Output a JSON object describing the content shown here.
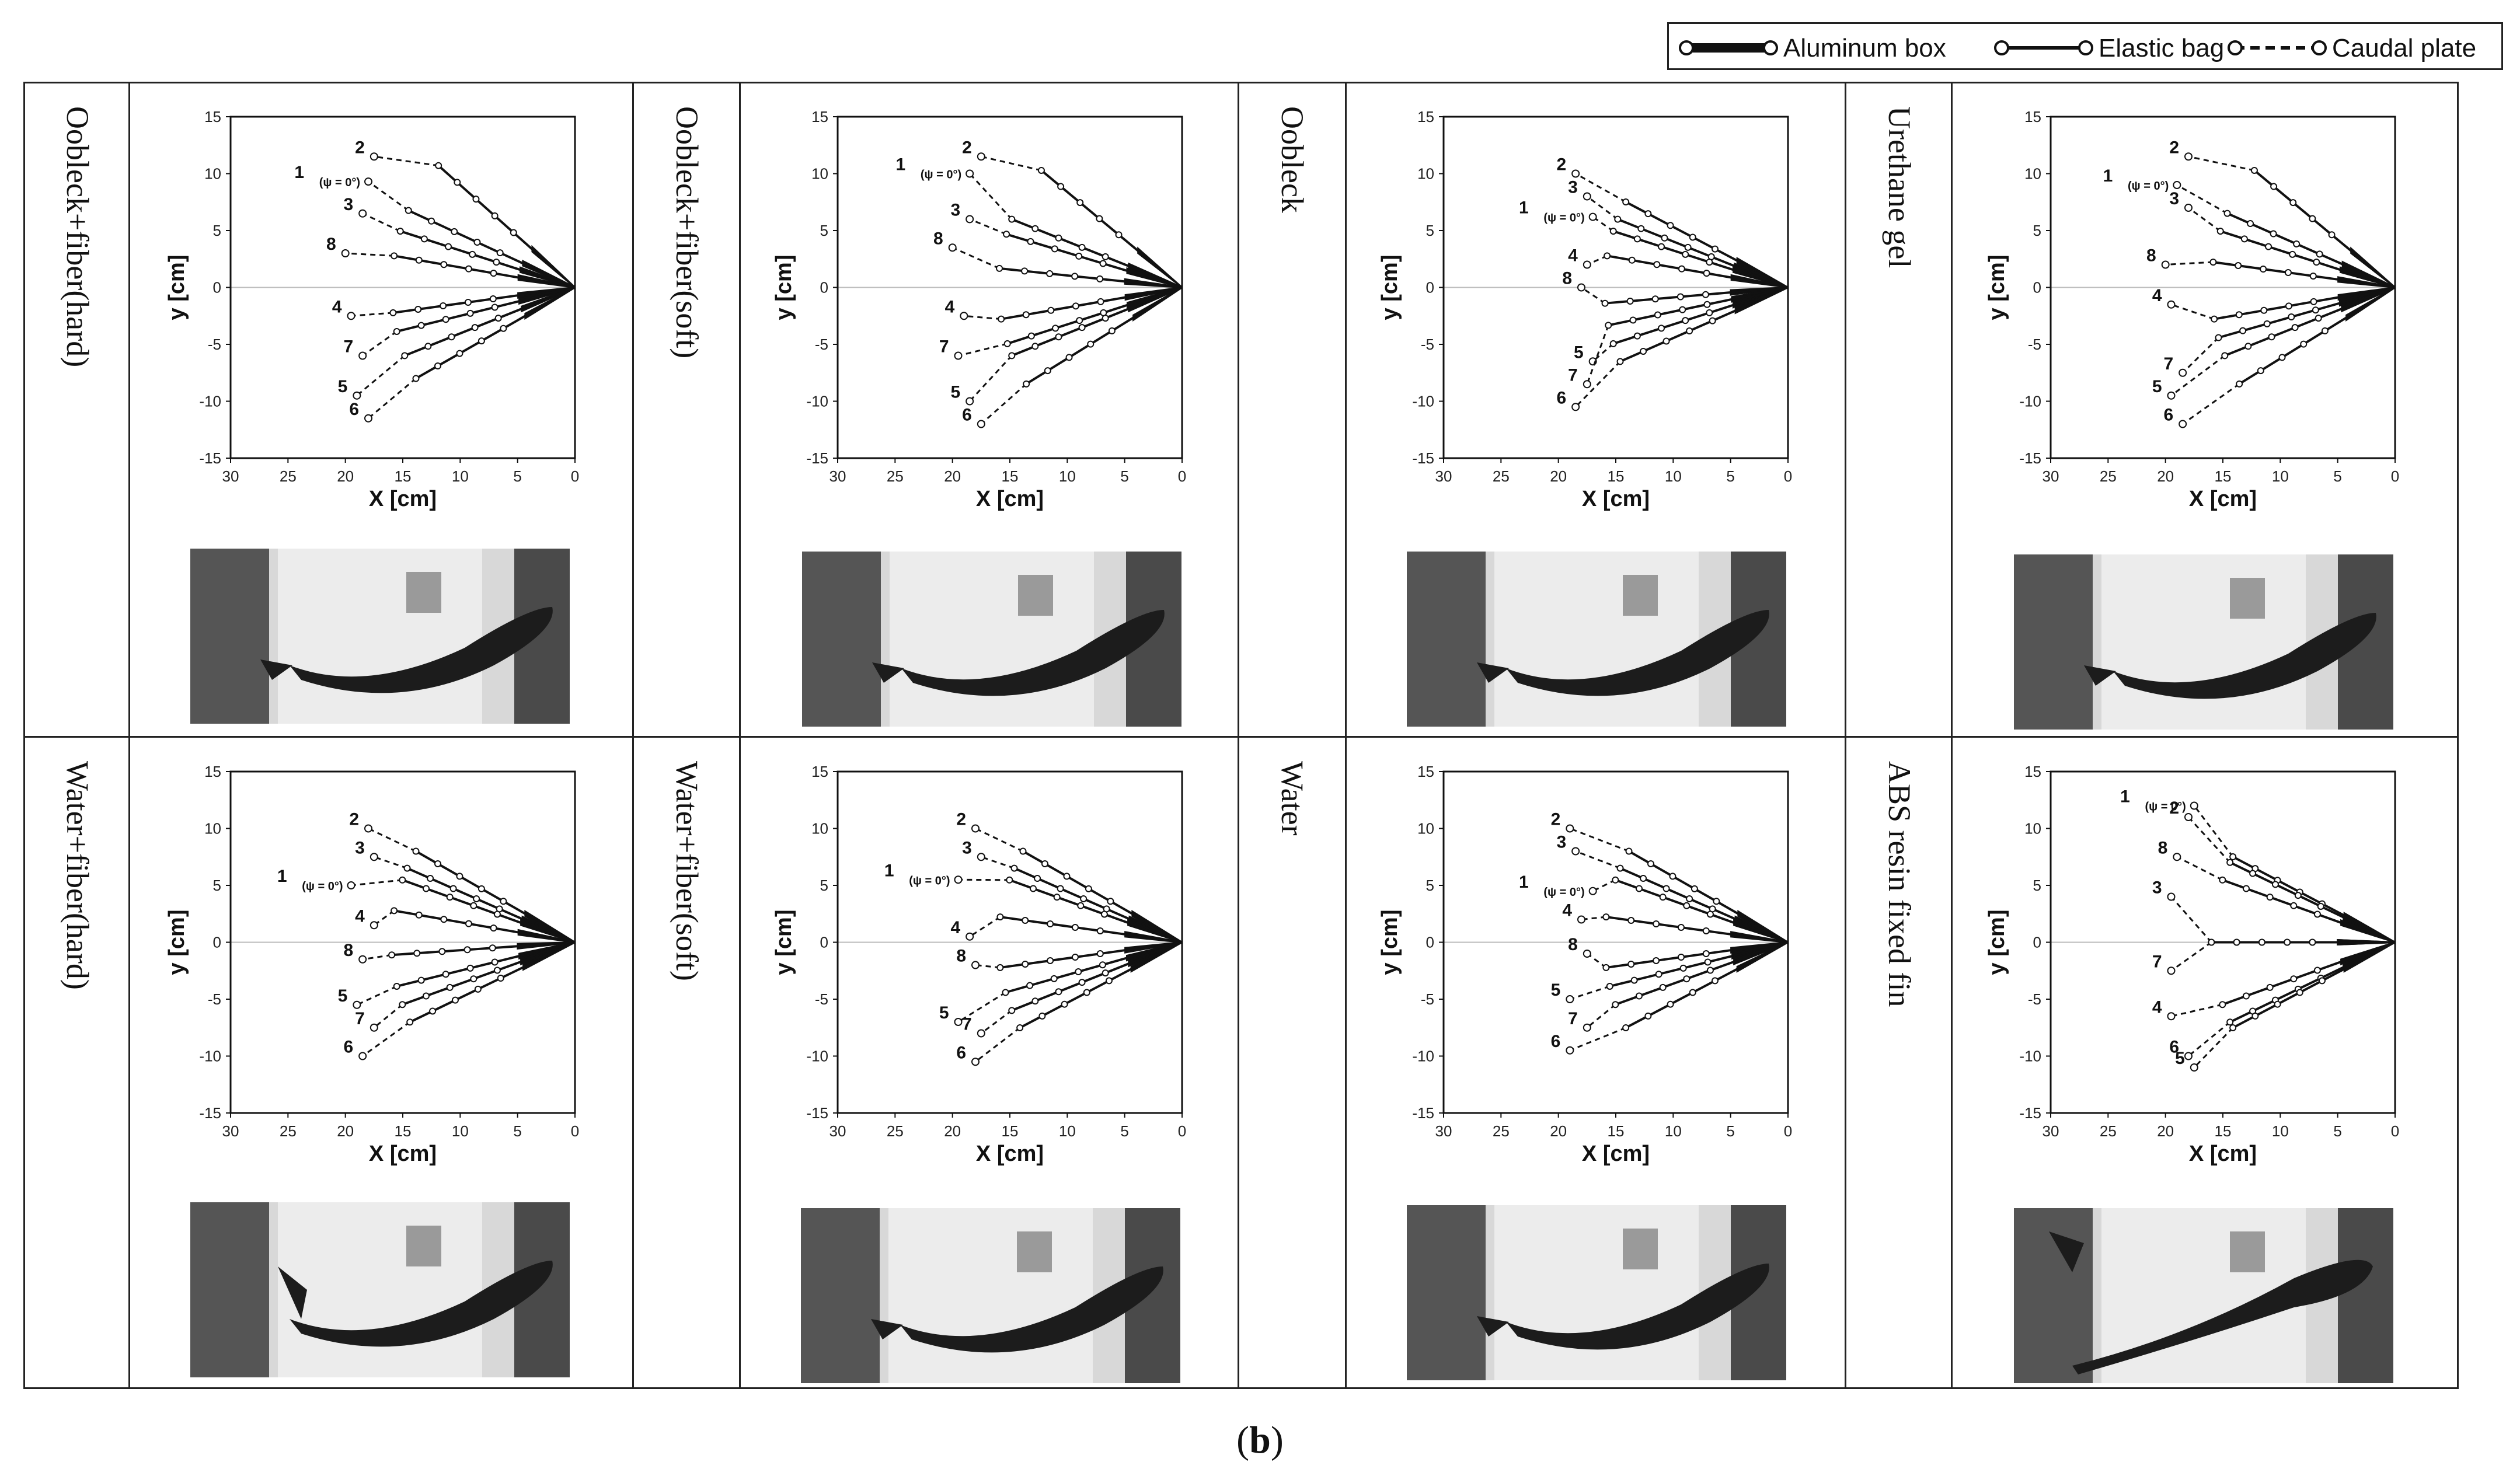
{
  "legend": {
    "items": [
      {
        "label": "Aluminum box",
        "style": "thick"
      },
      {
        "label": "Elastic bag",
        "style": "solid"
      },
      {
        "label": "Caudal plate",
        "style": "dashed"
      }
    ]
  },
  "caption": {
    "open": "(",
    "letter": "b",
    "close": ")"
  },
  "cells": [
    {
      "label": "Oobleck+fiber(hard)"
    },
    {
      "label": "Oobleck+fiber(soft)"
    },
    {
      "label": "Oobleck"
    },
    {
      "label": "Urethane gel"
    },
    {
      "label": "Water+fiber(hard)"
    },
    {
      "label": "Water+fiber(soft)"
    },
    {
      "label": "Water"
    },
    {
      "label": "ABS resin fixed fin"
    }
  ],
  "chart_data": [
    {
      "type": "line",
      "title": "",
      "xlabel": "X [cm]",
      "ylabel": "y [cm]",
      "xlim": [
        30,
        0
      ],
      "ylim": [
        -15,
        15
      ],
      "xticks": [
        "30",
        "25",
        "20",
        "15",
        "10",
        "5",
        "0"
      ],
      "yticks": [
        "15",
        "10",
        "5",
        "0",
        "-5",
        "-10",
        "-15"
      ],
      "annotation": "(ψ = 0°)",
      "series": [
        {
          "label": "1",
          "angle": 25,
          "tip": [
            18,
            9.3
          ]
        },
        {
          "label": "2",
          "angle": 42,
          "tip": [
            17.5,
            11.5
          ]
        },
        {
          "label": "3",
          "angle": 18,
          "tip": [
            18.5,
            6.5
          ]
        },
        {
          "label": "8",
          "angle": 10,
          "tip": [
            20,
            3
          ]
        },
        {
          "label": "4",
          "angle": -8,
          "tip": [
            19.5,
            -2.5
          ]
        },
        {
          "label": "7",
          "angle": -14,
          "tip": [
            18.5,
            -6
          ]
        },
        {
          "label": "5",
          "angle": -22,
          "tip": [
            19,
            -9.5
          ]
        },
        {
          "label": "6",
          "angle": -30,
          "tip": [
            18,
            -11.5
          ]
        }
      ]
    },
    {
      "type": "line",
      "title": "",
      "xlabel": "X [cm]",
      "ylabel": "y [cm]",
      "xlim": [
        30,
        0
      ],
      "ylim": [
        -15,
        15
      ],
      "xticks": [
        "30",
        "25",
        "20",
        "15",
        "10",
        "5",
        "0"
      ],
      "yticks": [
        "15",
        "10",
        "5",
        "0",
        "-5",
        "-10",
        "-15"
      ],
      "annotation": "(ψ = 0°)",
      "series": [
        {
          "label": "1",
          "angle": 22,
          "tip": [
            18.5,
            10
          ]
        },
        {
          "label": "2",
          "angle": 40,
          "tip": [
            17.5,
            11.5
          ]
        },
        {
          "label": "3",
          "angle": 17,
          "tip": [
            18.5,
            6
          ]
        },
        {
          "label": "8",
          "angle": 6,
          "tip": [
            20,
            3.5
          ]
        },
        {
          "label": "4",
          "angle": -10,
          "tip": [
            19,
            -2.5
          ]
        },
        {
          "label": "7",
          "angle": -18,
          "tip": [
            19.5,
            -6
          ]
        },
        {
          "label": "5",
          "angle": -22,
          "tip": [
            18.5,
            -10
          ]
        },
        {
          "label": "6",
          "angle": -32,
          "tip": [
            17.5,
            -12
          ]
        }
      ]
    },
    {
      "type": "line",
      "title": "",
      "xlabel": "X [cm]",
      "ylabel": "y [cm]",
      "xlim": [
        30,
        0
      ],
      "ylim": [
        -15,
        15
      ],
      "xticks": [
        "30",
        "25",
        "20",
        "15",
        "10",
        "5",
        "0"
      ],
      "yticks": [
        "15",
        "10",
        "5",
        "0",
        "-5",
        "-10",
        "-15"
      ],
      "annotation": "(ψ = 0°)",
      "series": [
        {
          "label": "2",
          "angle": 28,
          "tip": [
            18.5,
            10
          ]
        },
        {
          "label": "3",
          "angle": 22,
          "tip": [
            17.5,
            8
          ]
        },
        {
          "label": "1",
          "angle": 18,
          "tip": [
            17,
            6.2
          ]
        },
        {
          "label": "4",
          "angle": 10,
          "tip": [
            17.5,
            2
          ]
        },
        {
          "label": "8",
          "angle": -5,
          "tip": [
            18,
            0
          ]
        },
        {
          "label": "5",
          "angle": -18,
          "tip": [
            17,
            -6.5
          ]
        },
        {
          "label": "7",
          "angle": -12,
          "tip": [
            17.5,
            -8.5
          ]
        },
        {
          "label": "6",
          "angle": -24,
          "tip": [
            18.5,
            -10.5
          ]
        }
      ]
    },
    {
      "type": "line",
      "title": "",
      "xlabel": "X [cm]",
      "ylabel": "y [cm]",
      "xlim": [
        30,
        0
      ],
      "ylim": [
        -15,
        15
      ],
      "xticks": [
        "30",
        "25",
        "20",
        "15",
        "10",
        "5",
        "0"
      ],
      "yticks": [
        "15",
        "10",
        "5",
        "0",
        "-5",
        "-10",
        "-15"
      ],
      "annotation": "(ψ = 0°)",
      "series": [
        {
          "label": "1",
          "angle": 24,
          "tip": [
            19,
            9
          ]
        },
        {
          "label": "2",
          "angle": 40,
          "tip": [
            18,
            11.5
          ]
        },
        {
          "label": "3",
          "angle": 18,
          "tip": [
            18,
            7
          ]
        },
        {
          "label": "8",
          "angle": 8,
          "tip": [
            20,
            2
          ]
        },
        {
          "label": "4",
          "angle": -10,
          "tip": [
            19.5,
            -1.5
          ]
        },
        {
          "label": "7",
          "angle": -16,
          "tip": [
            18.5,
            -7.5
          ]
        },
        {
          "label": "5",
          "angle": -22,
          "tip": [
            19.5,
            -9.5
          ]
        },
        {
          "label": "6",
          "angle": -32,
          "tip": [
            18.5,
            -12
          ]
        }
      ]
    },
    {
      "type": "line",
      "title": "",
      "xlabel": "X [cm]",
      "ylabel": "y [cm]",
      "xlim": [
        30,
        0
      ],
      "ylim": [
        -15,
        15
      ],
      "xticks": [
        "30",
        "25",
        "20",
        "15",
        "10",
        "5",
        "0"
      ],
      "yticks": [
        "15",
        "10",
        "5",
        "0",
        "-5",
        "-10",
        "-15"
      ],
      "annotation": "(ψ = 0°)",
      "series": [
        {
          "label": "2",
          "angle": 30,
          "tip": [
            18,
            10
          ]
        },
        {
          "label": "3",
          "angle": 24,
          "tip": [
            17.5,
            7.5
          ]
        },
        {
          "label": "1",
          "angle": 20,
          "tip": [
            19.5,
            5
          ]
        },
        {
          "label": "4",
          "angle": 10,
          "tip": [
            17.5,
            1.5
          ]
        },
        {
          "label": "8",
          "angle": -4,
          "tip": [
            18.5,
            -1.5
          ]
        },
        {
          "label": "5",
          "angle": -14,
          "tip": [
            19,
            -5.5
          ]
        },
        {
          "label": "7",
          "angle": -20,
          "tip": [
            17.5,
            -7.5
          ]
        },
        {
          "label": "6",
          "angle": -26,
          "tip": [
            18.5,
            -10
          ]
        }
      ]
    },
    {
      "type": "line",
      "title": "",
      "xlabel": "X [cm]",
      "ylabel": "y [cm]",
      "xlim": [
        30,
        0
      ],
      "ylim": [
        -15,
        15
      ],
      "xticks": [
        "30",
        "25",
        "20",
        "15",
        "10",
        "5",
        "0"
      ],
      "yticks": [
        "15",
        "10",
        "5",
        "0",
        "-5",
        "-10",
        "-15"
      ],
      "annotation": "(ψ = 0°)",
      "series": [
        {
          "label": "2",
          "angle": 30,
          "tip": [
            18,
            10
          ]
        },
        {
          "label": "3",
          "angle": 24,
          "tip": [
            17.5,
            7.5
          ]
        },
        {
          "label": "1",
          "angle": 20,
          "tip": [
            19.5,
            5.5
          ]
        },
        {
          "label": "4",
          "angle": 8,
          "tip": [
            18.5,
            0.5
          ]
        },
        {
          "label": "8",
          "angle": -8,
          "tip": [
            18,
            -2
          ]
        },
        {
          "label": "5",
          "angle": -16,
          "tip": [
            19.5,
            -7
          ]
        },
        {
          "label": "7",
          "angle": -22,
          "tip": [
            17.5,
            -8
          ]
        },
        {
          "label": "6",
          "angle": -28,
          "tip": [
            18,
            -10.5
          ]
        }
      ]
    },
    {
      "type": "line",
      "title": "",
      "xlabel": "X [cm]",
      "ylabel": "y [cm]",
      "xlim": [
        30,
        0
      ],
      "ylim": [
        -15,
        15
      ],
      "xticks": [
        "30",
        "25",
        "20",
        "15",
        "10",
        "5",
        "0"
      ],
      "yticks": [
        "15",
        "10",
        "5",
        "0",
        "-5",
        "-10",
        "-15"
      ],
      "annotation": "(ψ = 0°)",
      "series": [
        {
          "label": "2",
          "angle": 30,
          "tip": [
            19,
            10
          ]
        },
        {
          "label": "3",
          "angle": 24,
          "tip": [
            18.5,
            8
          ]
        },
        {
          "label": "1",
          "angle": 20,
          "tip": [
            17,
            4.5
          ]
        },
        {
          "label": "4",
          "angle": 8,
          "tip": [
            18,
            2
          ]
        },
        {
          "label": "8",
          "angle": -8,
          "tip": [
            17.5,
            -1
          ]
        },
        {
          "label": "5",
          "angle": -14,
          "tip": [
            19,
            -5
          ]
        },
        {
          "label": "7",
          "angle": -20,
          "tip": [
            17.5,
            -7.5
          ]
        },
        {
          "label": "6",
          "angle": -28,
          "tip": [
            19,
            -9.5
          ]
        }
      ]
    },
    {
      "type": "line",
      "title": "",
      "xlabel": "X [cm]",
      "ylabel": "y [cm]",
      "xlim": [
        30,
        0
      ],
      "ylim": [
        -15,
        15
      ],
      "xticks": [
        "30",
        "25",
        "20",
        "15",
        "10",
        "5",
        "0"
      ],
      "yticks": [
        "15",
        "10",
        "5",
        "0",
        "-5",
        "-10",
        "-15"
      ],
      "annotation": "(ψ = 0°)",
      "series": [
        {
          "label": "1",
          "angle": 28,
          "tip": [
            17.5,
            12
          ]
        },
        {
          "label": "2",
          "angle": 26,
          "tip": [
            18,
            11
          ]
        },
        {
          "label": "8",
          "angle": 20,
          "tip": [
            19,
            7.5
          ]
        },
        {
          "label": "3",
          "angle": 0,
          "tip": [
            19.5,
            4
          ]
        },
        {
          "label": "7",
          "angle": 0,
          "tip": [
            19.5,
            -2.5
          ]
        },
        {
          "label": "4",
          "angle": -20,
          "tip": [
            19.5,
            -6.5
          ]
        },
        {
          "label": "6",
          "angle": -26,
          "tip": [
            18,
            -10
          ]
        },
        {
          "label": "5",
          "angle": -28,
          "tip": [
            17.5,
            -11
          ]
        }
      ]
    }
  ]
}
